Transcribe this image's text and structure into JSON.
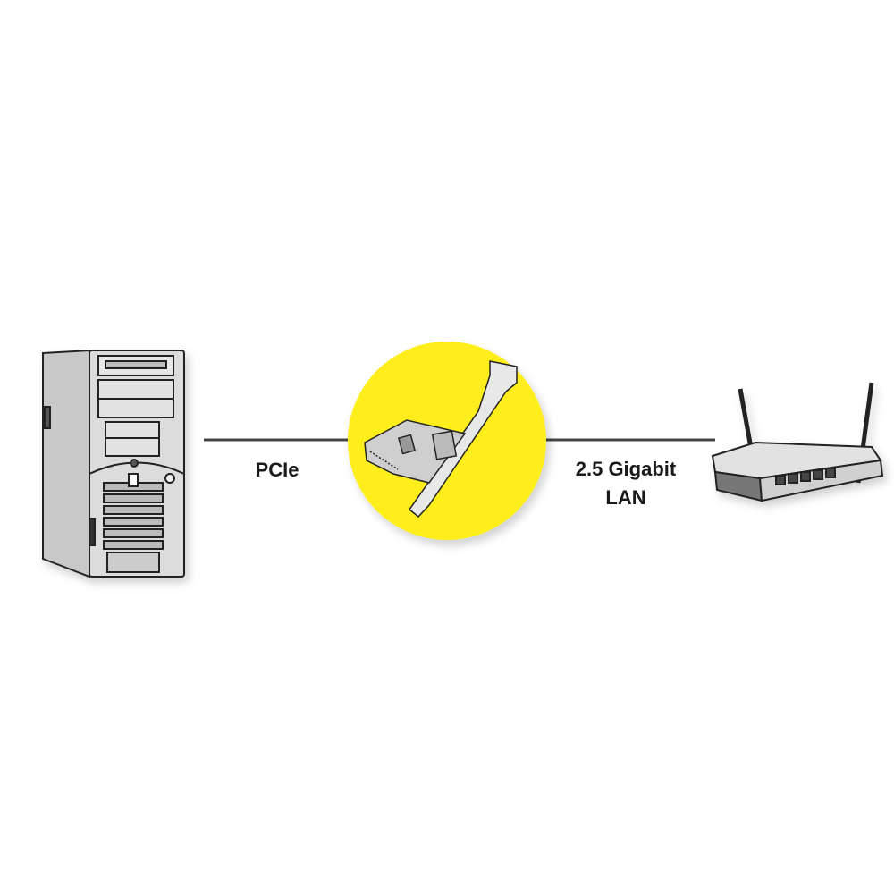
{
  "labels": {
    "pcie": "PCIe",
    "lan_line1": "2.5 Gigabit",
    "lan_line2": "LAN"
  },
  "devices": {
    "left": "pc-tower-icon",
    "center": "pcie-network-card-icon",
    "right": "router-icon"
  },
  "colors": {
    "accent_circle": "#ffee1a",
    "connector_line": "#444444",
    "drawing": "#222222",
    "fill_gray": "#d8d8d8"
  }
}
